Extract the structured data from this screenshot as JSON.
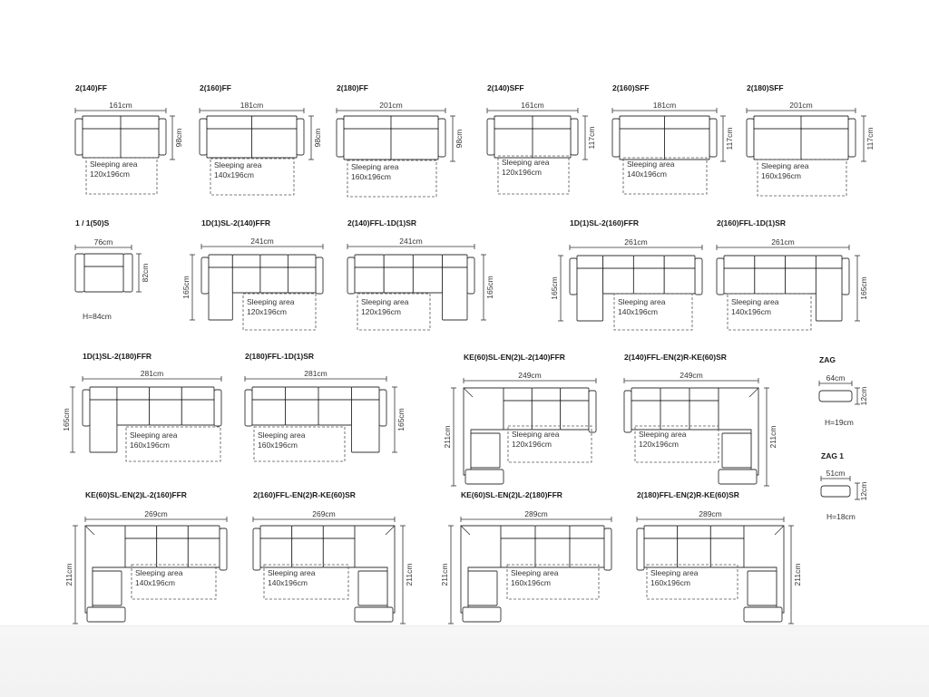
{
  "sleeping_label": "Sleeping area",
  "modules": [
    {
      "key": "m1",
      "title": "2(140)FF",
      "width": "161cm",
      "depth": "98cm",
      "sleep": "120x196cm"
    },
    {
      "key": "m2",
      "title": "2(160)FF",
      "width": "181cm",
      "depth": "98cm",
      "sleep": "140x196cm"
    },
    {
      "key": "m3",
      "title": "2(180)FF",
      "width": "201cm",
      "depth": "98cm",
      "sleep": "160x196cm"
    },
    {
      "key": "m4",
      "title": "2(140)SFF",
      "width": "161cm",
      "depth": "117cm",
      "sleep": "120x196cm"
    },
    {
      "key": "m5",
      "title": "2(160)SFF",
      "width": "181cm",
      "depth": "117cm",
      "sleep": "140x196cm"
    },
    {
      "key": "m6",
      "title": "2(180)SFF",
      "width": "201cm",
      "depth": "117cm",
      "sleep": "160x196cm"
    },
    {
      "key": "m7",
      "title": "1 / 1(50)S",
      "width": "76cm",
      "depth": "82cm",
      "height": "H=84cm"
    },
    {
      "key": "m8",
      "title": "1D(1)SL-2(140)FFR",
      "width": "241cm",
      "depth": "165cm",
      "sleep": "120x196cm"
    },
    {
      "key": "m9",
      "title": "2(140)FFL-1D(1)SR",
      "width": "241cm",
      "depth": "165cm",
      "sleep": "120x196cm"
    },
    {
      "key": "m10",
      "title": "1D(1)SL-2(160)FFR",
      "width": "261cm",
      "depth": "165cm",
      "sleep": "140x196cm"
    },
    {
      "key": "m11",
      "title": "2(160)FFL-1D(1)SR",
      "width": "261cm",
      "depth": "165cm",
      "sleep": "140x196cm"
    },
    {
      "key": "m12",
      "title": "1D(1)SL-2(180)FFR",
      "width": "281cm",
      "depth": "165cm",
      "sleep": "160x196cm"
    },
    {
      "key": "m13",
      "title": "2(180)FFL-1D(1)SR",
      "width": "281cm",
      "depth": "165cm",
      "sleep": "160x196cm"
    },
    {
      "key": "m14",
      "title": "KE(60)SL-EN(2)L-2(140)FFR",
      "width": "249cm",
      "depth": "211cm",
      "sleep": "120x196cm"
    },
    {
      "key": "m15",
      "title": "2(140)FFL-EN(2)R-KE(60)SR",
      "width": "249cm",
      "depth": "211cm",
      "sleep": "120x196cm"
    },
    {
      "key": "m16",
      "title": "ZAG",
      "width": "64cm",
      "depth": "12cm",
      "height": "H=19cm"
    },
    {
      "key": "m17",
      "title": "ZAG 1",
      "width": "51cm",
      "depth": "12cm",
      "height": "H=18cm"
    },
    {
      "key": "m18",
      "title": "KE(60)SL-EN(2)L-2(160)FFR",
      "width": "269cm",
      "depth": "211cm",
      "sleep": "140x196cm"
    },
    {
      "key": "m19",
      "title": "2(160)FFL-EN(2)R-KE(60)SR",
      "width": "269cm",
      "depth": "211cm",
      "sleep": "140x196cm"
    },
    {
      "key": "m20",
      "title": "KE(60)SL-EN(2)L-2(180)FFR",
      "width": "289cm",
      "depth": "211cm",
      "sleep": "160x196cm"
    },
    {
      "key": "m21",
      "title": "2(180)FFL-EN(2)R-KE(60)SR",
      "width": "289cm",
      "depth": "211cm",
      "sleep": "160x196cm"
    }
  ]
}
